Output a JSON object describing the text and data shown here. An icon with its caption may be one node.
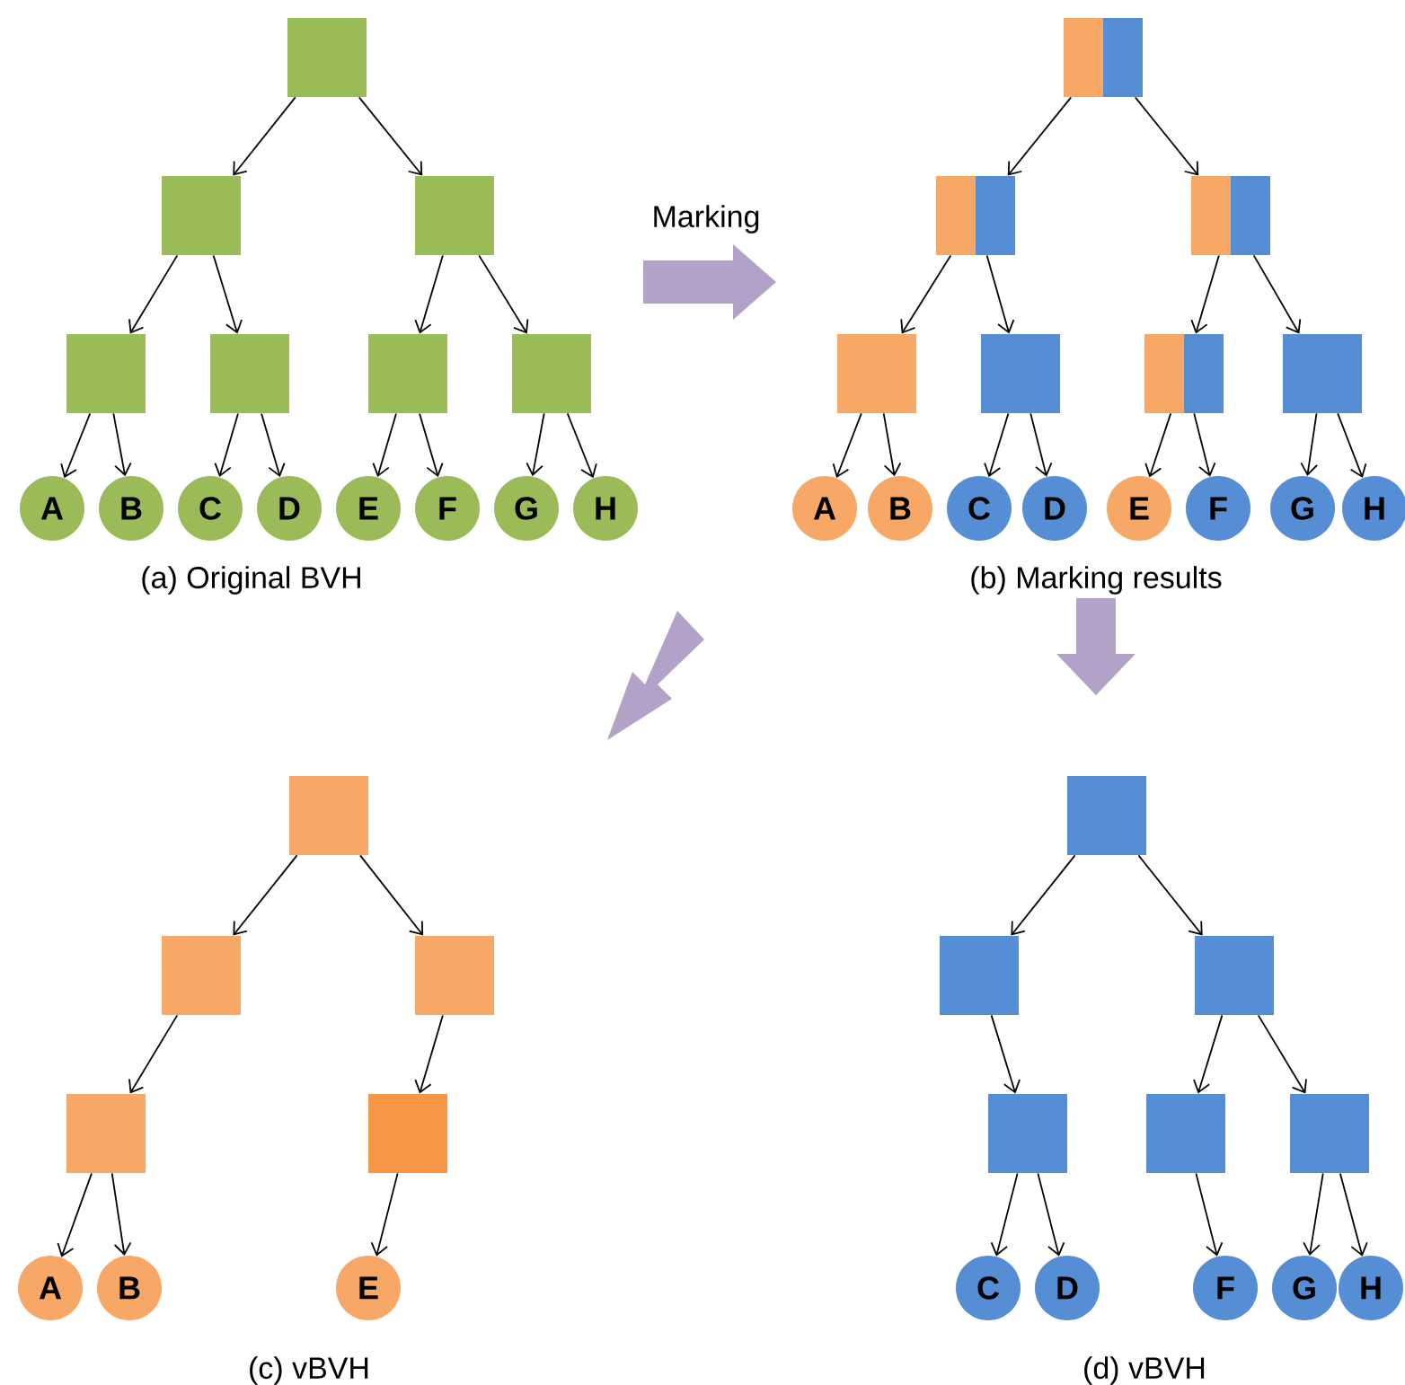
{
  "diagram": {
    "nodes": [
      {
        "text": [],
        "shape": "box"
      },
      {
        "text": [],
        "shape": "box"
      },
      {
        "text": [],
        "shape": "box"
      },
      {
        "text": [],
        "shape": "box"
      },
      {
        "text": [],
        "shape": "box"
      },
      {
        "text": [],
        "shape": "box"
      },
      {
        "text": [],
        "shape": "box"
      },
      {
        "text": [
          "A"
        ]
      },
      {
        "text": [
          "B"
        ]
      },
      {
        "text": [
          "C"
        ]
      },
      {
        "text": [
          "D"
        ]
      },
      {
        "text": [
          "E"
        ]
      },
      {
        "text": [
          "F"
        ]
      },
      {
        "text": [
          "G"
        ]
      },
      {
        "text": [
          "H"
        ]
      },
      {
        "text": [],
        "shape": "box"
      },
      {
        "text": [],
        "shape": "box"
      },
      {
        "text": [],
        "shape": "box"
      },
      {
        "text": [],
        "shape": "box"
      },
      {
        "text": [],
        "shape": "box"
      },
      {
        "text": [],
        "shape": "box"
      },
      {
        "text": [],
        "shape": "box"
      },
      {
        "text": [
          "A"
        ]
      },
      {
        "text": [
          "B"
        ]
      },
      {
        "text": [
          "C"
        ]
      },
      {
        "text": [
          "D"
        ]
      },
      {
        "text": [
          "E"
        ]
      },
      {
        "text": [
          "F"
        ]
      },
      {
        "text": [
          "G"
        ]
      },
      {
        "text": [
          "H"
        ]
      },
      {
        "text": [],
        "shape": "box"
      },
      {
        "text": [],
        "shape": "box"
      },
      {
        "text": [],
        "shape": "box"
      },
      {
        "text": [],
        "shape": "box"
      },
      {
        "text": [],
        "shape": "box"
      },
      {
        "text": [
          "A"
        ]
      },
      {
        "text": [
          "B"
        ]
      },
      {
        "text": [
          "E"
        ]
      },
      {
        "text": [],
        "shape": "box"
      },
      {
        "text": [],
        "shape": "box"
      },
      {
        "text": [],
        "shape": "box"
      },
      {
        "text": [],
        "shape": "box"
      },
      {
        "text": [],
        "shape": "box"
      },
      {
        "text": [],
        "shape": "box"
      },
      {
        "text": [
          "C"
        ]
      },
      {
        "text": [
          "D"
        ]
      },
      {
        "text": [
          "F"
        ]
      },
      {
        "text": [
          "G"
        ]
      },
      {
        "text": [
          "H"
        ]
      }
    ],
    "edges": [
      {
        "from": 0,
        "to": 1,
        "arrow": "to"
      },
      {
        "from": 0,
        "to": 2,
        "arrow": "to"
      },
      {
        "from": 1,
        "to": 3,
        "arrow": "to"
      },
      {
        "from": 1,
        "to": 4,
        "arrow": "to"
      },
      {
        "from": 2,
        "to": 5,
        "arrow": "to"
      },
      {
        "from": 2,
        "to": 6,
        "arrow": "to"
      },
      {
        "from": 3,
        "to": 7,
        "arrow": "to"
      },
      {
        "from": 3,
        "to": 8,
        "arrow": "to"
      },
      {
        "from": 4,
        "to": 9,
        "arrow": "to"
      },
      {
        "from": 4,
        "to": 10,
        "arrow": "to"
      },
      {
        "from": 5,
        "to": 11,
        "arrow": "to"
      },
      {
        "from": 5,
        "to": 12,
        "arrow": "to"
      },
      {
        "from": 6,
        "to": 13,
        "arrow": "to"
      },
      {
        "from": 6,
        "to": 14,
        "arrow": "to"
      },
      {
        "from": 15,
        "to": 16,
        "arrow": "to"
      },
      {
        "from": 15,
        "to": 17,
        "arrow": "to"
      },
      {
        "from": 16,
        "to": 18,
        "arrow": "to"
      },
      {
        "from": 16,
        "to": 19,
        "arrow": "to"
      },
      {
        "from": 17,
        "to": 20,
        "arrow": "to"
      },
      {
        "from": 17,
        "to": 21,
        "arrow": "to"
      },
      {
        "from": 18,
        "to": 22,
        "arrow": "to"
      },
      {
        "from": 18,
        "to": 23,
        "arrow": "to"
      },
      {
        "from": 19,
        "to": 24,
        "arrow": "to"
      },
      {
        "from": 19,
        "to": 25,
        "arrow": "to"
      },
      {
        "from": 20,
        "to": 26,
        "arrow": "to"
      },
      {
        "from": 20,
        "to": 27,
        "arrow": "to"
      },
      {
        "from": 21,
        "to": 28,
        "arrow": "to"
      },
      {
        "from": 21,
        "to": 29,
        "arrow": "to"
      },
      {
        "from": 30,
        "to": 31,
        "arrow": "to"
      },
      {
        "from": 30,
        "to": 32,
        "arrow": "to"
      },
      {
        "from": 31,
        "to": 33,
        "arrow": "to"
      },
      {
        "from": 32,
        "to": 34,
        "arrow": "to"
      },
      {
        "from": 33,
        "to": 35,
        "arrow": "to"
      },
      {
        "from": 33,
        "to": 36,
        "arrow": "to"
      },
      {
        "from": 34,
        "to": 37,
        "arrow": "to"
      },
      {
        "from": 38,
        "to": 39,
        "arrow": "to"
      },
      {
        "from": 38,
        "to": 40,
        "arrow": "to"
      },
      {
        "from": 39,
        "to": 41,
        "arrow": "to"
      },
      {
        "from": 40,
        "to": 42,
        "arrow": "to"
      },
      {
        "from": 40,
        "to": 43,
        "arrow": "to"
      },
      {
        "from": 41,
        "to": 44,
        "arrow": "to"
      },
      {
        "from": 41,
        "to": 45,
        "arrow": "to"
      },
      {
        "from": 42,
        "to": 46,
        "arrow": "to"
      },
      {
        "from": 43,
        "to": 47,
        "arrow": "to"
      },
      {
        "from": 43,
        "to": 48,
        "arrow": "to"
      }
    ],
    "labels": [
      "Marking",
      "(a) Original BVH",
      "(b) Marking results",
      "(c) vBVH",
      "(d) vBVH"
    ]
  }
}
